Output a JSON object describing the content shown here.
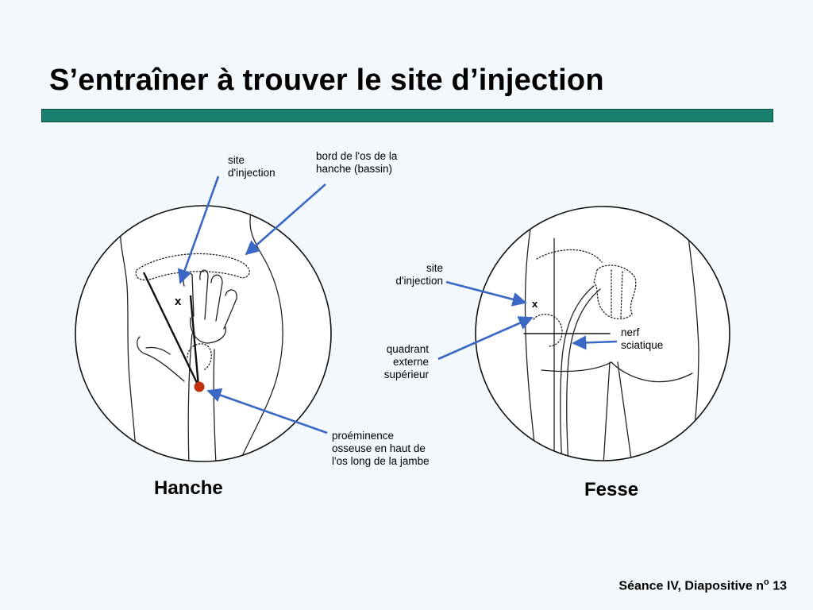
{
  "slide": {
    "title": "S’entraîner à trouver le site d’injection",
    "accent_color": "#1a8070",
    "arrow_color": "#3b68c4",
    "marker_color": "#c0300f"
  },
  "hip_figure": {
    "caption": "Hanche",
    "mark": "x",
    "labels": {
      "site": "site\nd'injection",
      "pelvis": "bord de l'os de la\nhanche (bassin)",
      "bone": "proéminence\nosseuse en haut de\nl'os long de la jambe"
    }
  },
  "buttock_figure": {
    "caption": "Fesse",
    "mark": "x",
    "labels": {
      "site": "site\nd'injection",
      "quadrant": "quadrant\nexterne\nsupérieur",
      "nerve": "nerf\nsciatique"
    }
  },
  "footer": {
    "text": "Séance IV, Diapositive n",
    "superscript": "o",
    "number": " 13"
  }
}
